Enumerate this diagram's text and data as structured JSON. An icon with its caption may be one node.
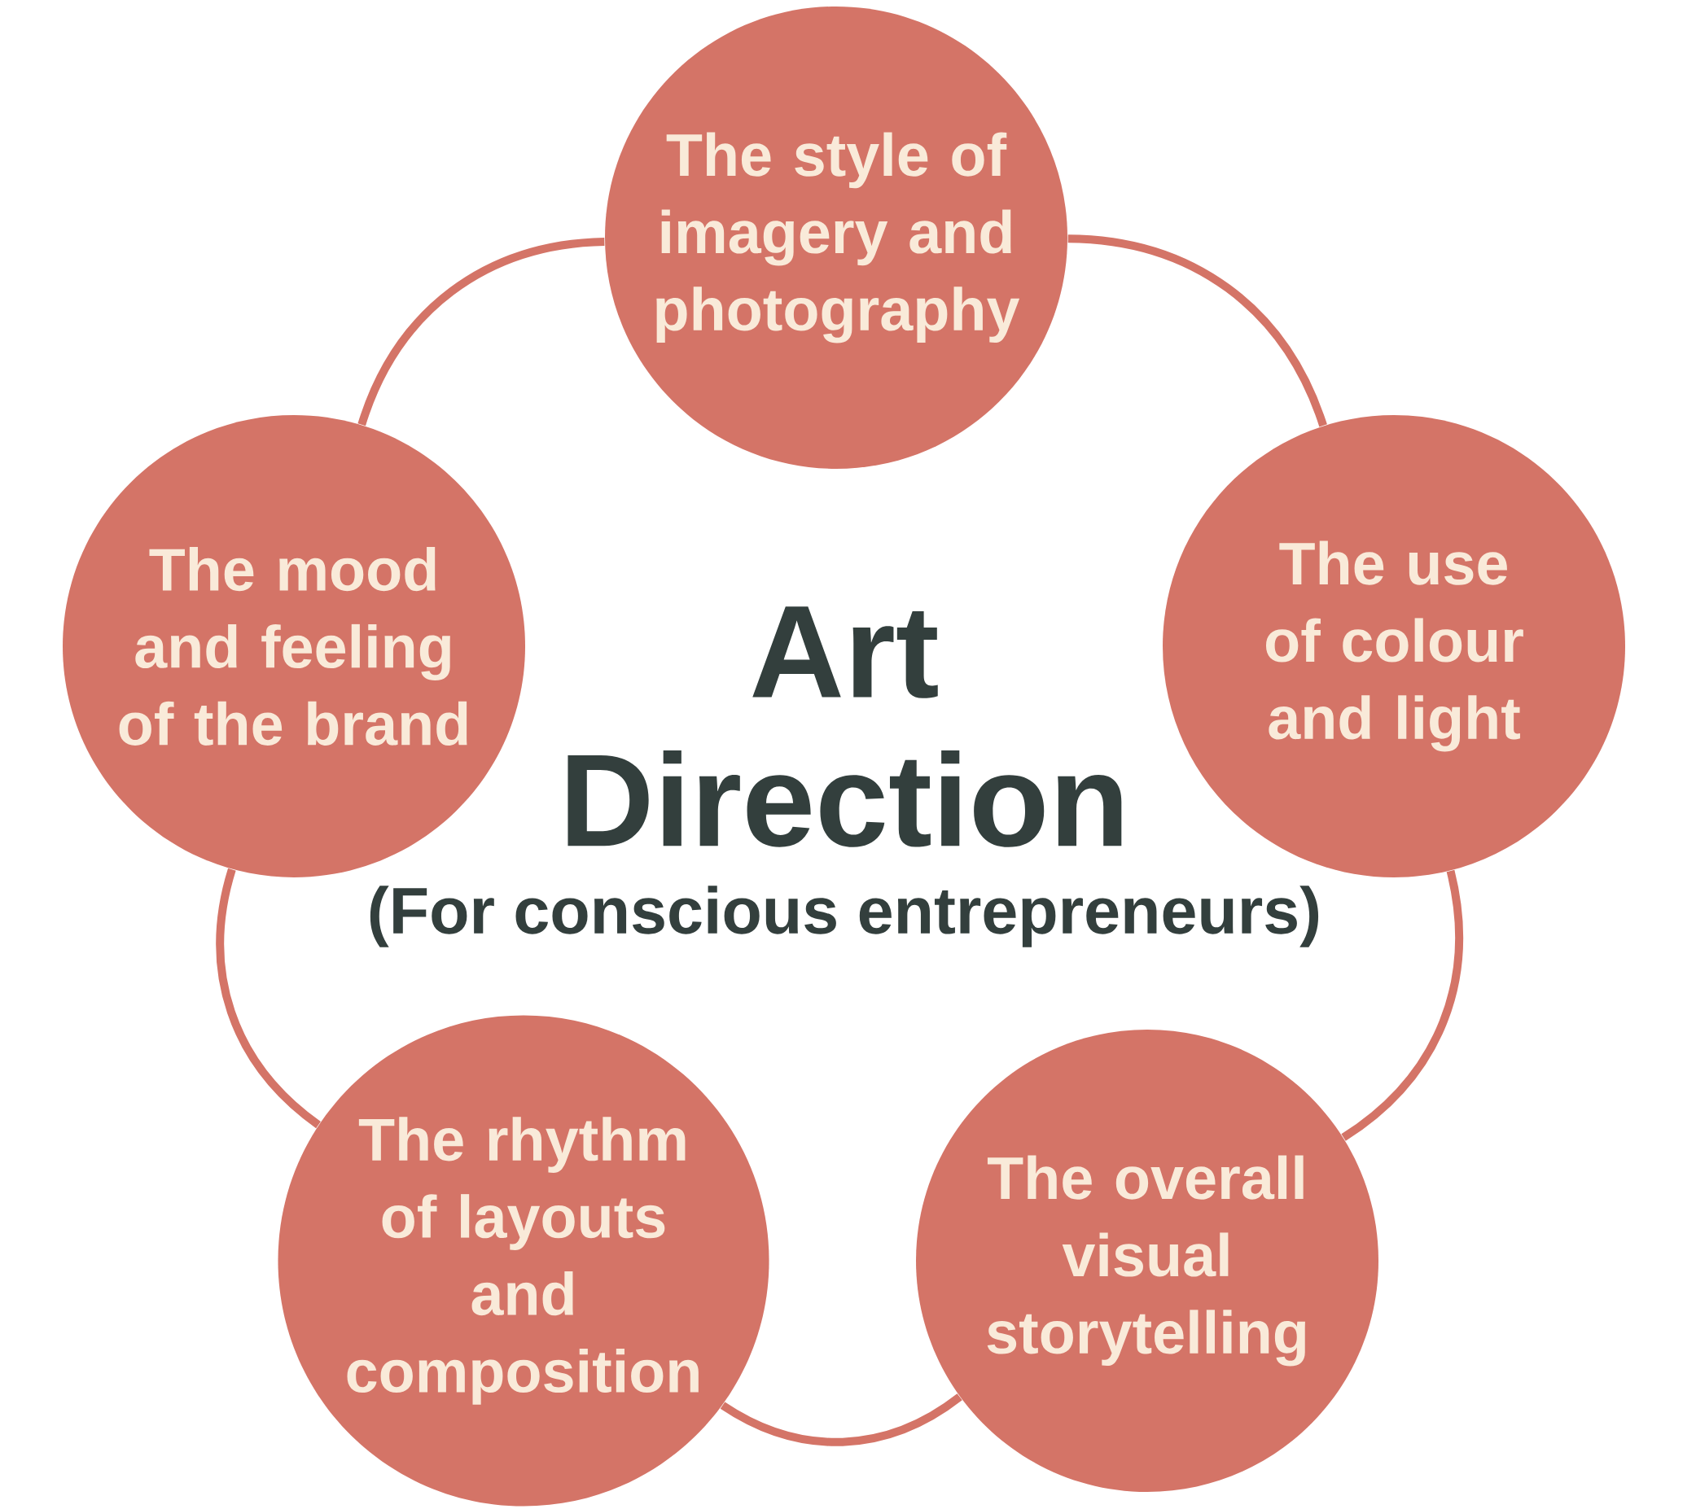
{
  "diagram": {
    "title": "Art Direction",
    "nodes": [
      {
        "text": [
          "The style of imagery and photography"
        ]
      },
      {
        "text": [
          "The mood and feeling of the brand"
        ]
      },
      {
        "text": [
          "The use of colour and light"
        ]
      },
      {
        "text": [
          "The rhythm of layouts and composition"
        ]
      },
      {
        "text": [
          "The overall visual storytelling"
        ]
      }
    ],
    "edges": [
      {
        "from": 0,
        "to": 2,
        "arrow": "none"
      },
      {
        "from": 2,
        "to": 4,
        "arrow": "none"
      },
      {
        "from": 4,
        "to": 3,
        "arrow": "none"
      },
      {
        "from": 3,
        "to": 1,
        "arrow": "none"
      },
      {
        "from": 1,
        "to": 0,
        "arrow": "none"
      }
    ],
    "labels": [
      "(For conscious entrepreneurs)"
    ]
  }
}
